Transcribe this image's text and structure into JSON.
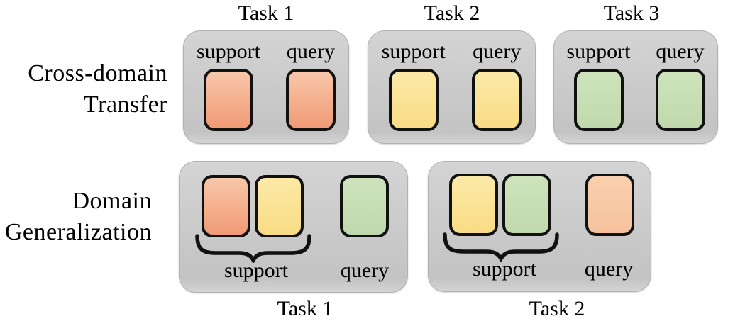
{
  "colors": {
    "salmon_top": "#f8c7a9",
    "salmon_bottom": "#f09a75",
    "yellow_top": "#fce9a7",
    "yellow_bottom": "#f9dc84",
    "green_top": "#cee3bc",
    "green_bottom": "#c0d9ab",
    "peach_top": "#f9d0af",
    "peach_bottom": "#f5c29c",
    "box_top": "#d4d4d4",
    "box_bottom": "#c3c3c3",
    "box_border": "#b2b2b2",
    "chip_border": "#111111",
    "text": "#000000"
  },
  "row_cdt": {
    "label": [
      "Cross-domain",
      "Transfer"
    ],
    "tasks": [
      {
        "title": "Task 1",
        "support_label": "support",
        "query_label": "query",
        "support_chip": "salmon",
        "query_chip": "salmon"
      },
      {
        "title": "Task 2",
        "support_label": "support",
        "query_label": "query",
        "support_chip": "yellow",
        "query_chip": "yellow"
      },
      {
        "title": "Task 3",
        "support_label": "support",
        "query_label": "query",
        "support_chip": "green",
        "query_chip": "green"
      }
    ]
  },
  "row_dg": {
    "label": [
      "Domain",
      "Generalization"
    ],
    "tasks": [
      {
        "title": "Task 1",
        "support_label": "support",
        "query_label": "query",
        "support_chips": [
          "salmon",
          "yellow"
        ],
        "query_chip": "green"
      },
      {
        "title": "Task 2",
        "support_label": "support",
        "query_label": "query",
        "support_chips": [
          "yellow",
          "green"
        ],
        "query_chip": "peach"
      }
    ]
  }
}
